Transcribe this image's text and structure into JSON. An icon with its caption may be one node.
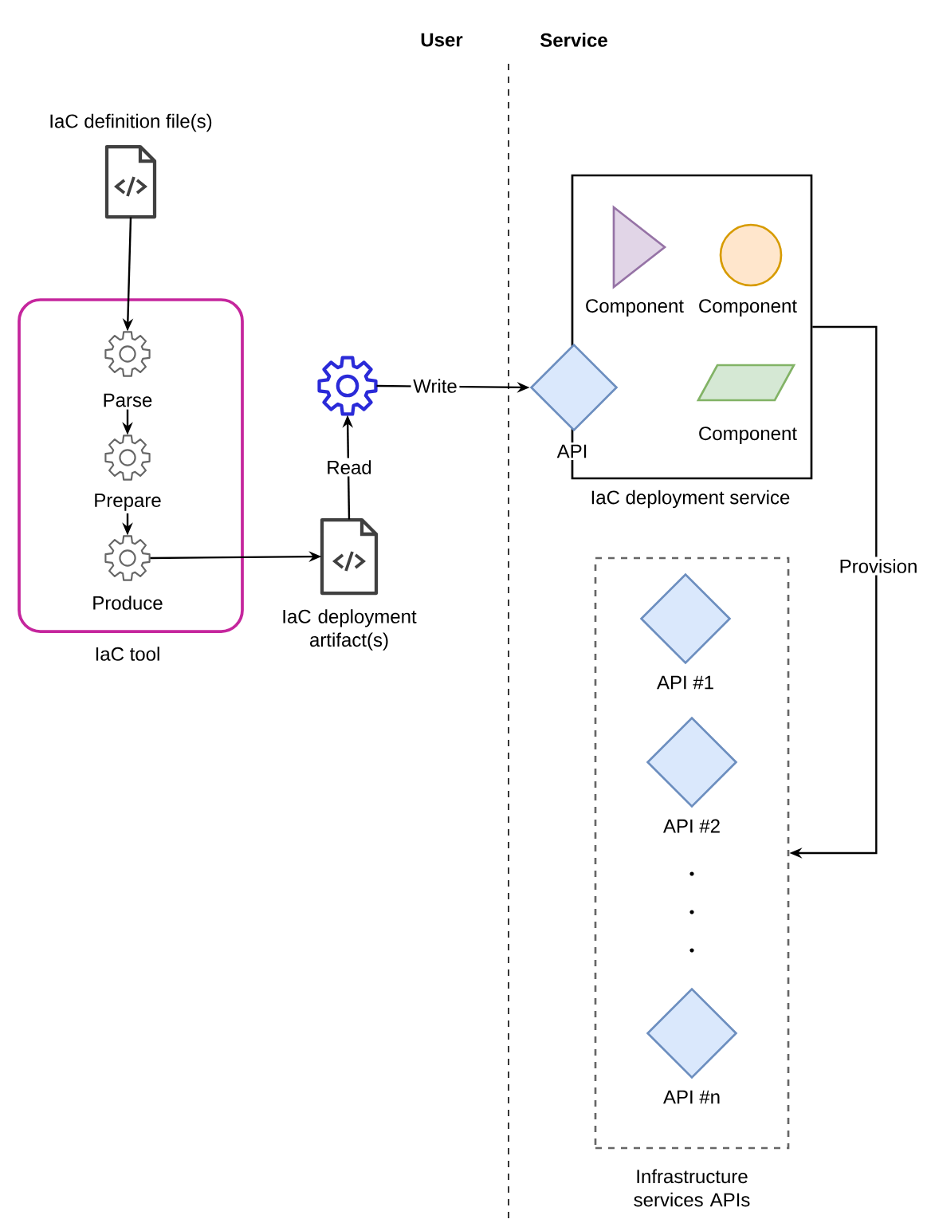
{
  "diagram": {
    "nodes": [
      {
        "text": [
          "IaC definition file(s)"
        ]
      },
      {
        "text": [
          "IaC tool"
        ]
      },
      {
        "text": [
          "Parse"
        ],
        "in": 1
      },
      {
        "text": [
          "Prepare"
        ],
        "in": 1
      },
      {
        "text": [
          "Produce"
        ],
        "in": 1
      },
      {
        "text": [
          "IaC deployment artifact(s)"
        ]
      },
      {
        "text": [],
        "shape": "gear"
      },
      {
        "text": [
          "IaC deployment service"
        ]
      },
      {
        "text": [
          "API"
        ]
      },
      {
        "text": [
          "Component"
        ],
        "in": 7
      },
      {
        "text": [
          "Component"
        ],
        "in": 7
      },
      {
        "text": [
          "Component"
        ],
        "in": 7
      },
      {
        "text": [
          "Infrastructure services APIs"
        ]
      },
      {
        "text": [
          "API #1"
        ],
        "in": 12
      },
      {
        "text": [
          "API #2"
        ],
        "in": 12
      },
      {
        "text": [
          "API #n"
        ],
        "in": 12
      }
    ],
    "edges": [
      {
        "from": 0,
        "to": 2,
        "arrow": "to"
      },
      {
        "from": 2,
        "to": 3,
        "arrow": "to"
      },
      {
        "from": 3,
        "to": 4,
        "arrow": "to"
      },
      {
        "from": 4,
        "to": 5,
        "arrow": "to"
      },
      {
        "from": 5,
        "to": 6,
        "arrow": "to",
        "label": "Read"
      },
      {
        "from": 6,
        "to": 8,
        "arrow": "to",
        "label": "Write"
      },
      {
        "from": 7,
        "to": 12,
        "arrow": "to",
        "label": "Provision"
      }
    ],
    "labels": [
      "User",
      "Service"
    ]
  }
}
